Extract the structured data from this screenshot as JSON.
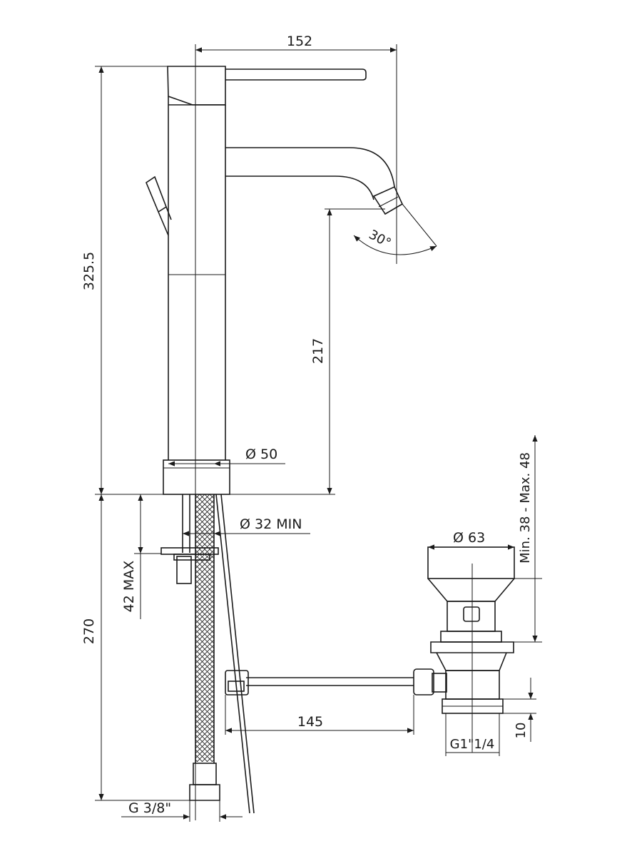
{
  "dimensions": {
    "spout_reach": "152",
    "total_height": "325.5",
    "spout_height": "217",
    "body_diameter": "Ø 50",
    "hole_diameter": "Ø 32 MIN",
    "max_deck": "42 MAX",
    "hose_length": "270",
    "hose_thread": "G 3/8\"",
    "spout_angle": "30°",
    "waste_diameter": "Ø 63",
    "waste_range": "Min. 38 - Max. 48",
    "rod_length": "145",
    "waste_thread": "G1\"1/4",
    "waste_tail": "10"
  },
  "colors": {
    "line": "#1a1a1a",
    "background": "#ffffff"
  }
}
